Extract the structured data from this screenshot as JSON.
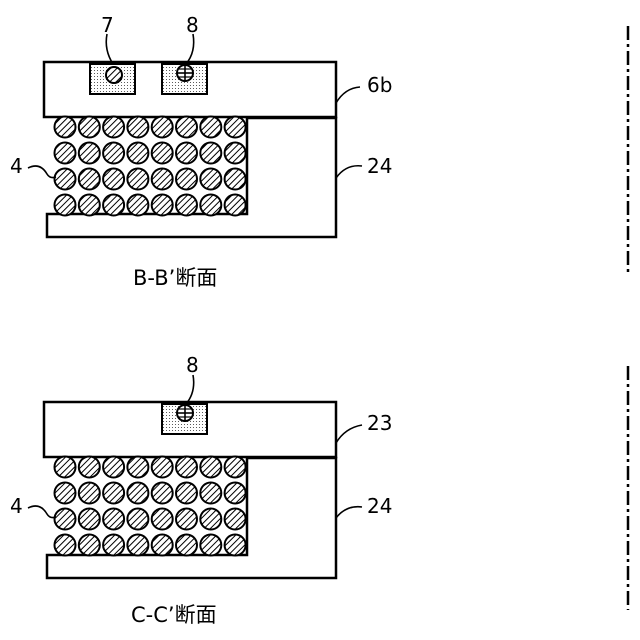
{
  "figure_top": {
    "caption": "B-B’断面",
    "labels": {
      "wire_a": "7",
      "wire_b": "8",
      "top_plate": "6b",
      "conductors": "4",
      "base": "24"
    }
  },
  "figure_bottom": {
    "caption": "C-C’断面",
    "labels": {
      "wire_b": "8",
      "top_plate": "23",
      "conductors": "4",
      "base": "24"
    }
  },
  "conductor_grid": {
    "rows": 4,
    "columns": 8
  },
  "colors": {
    "line": "#000000",
    "fill": "#ffffff",
    "dot_box": "#e6e6e6"
  }
}
